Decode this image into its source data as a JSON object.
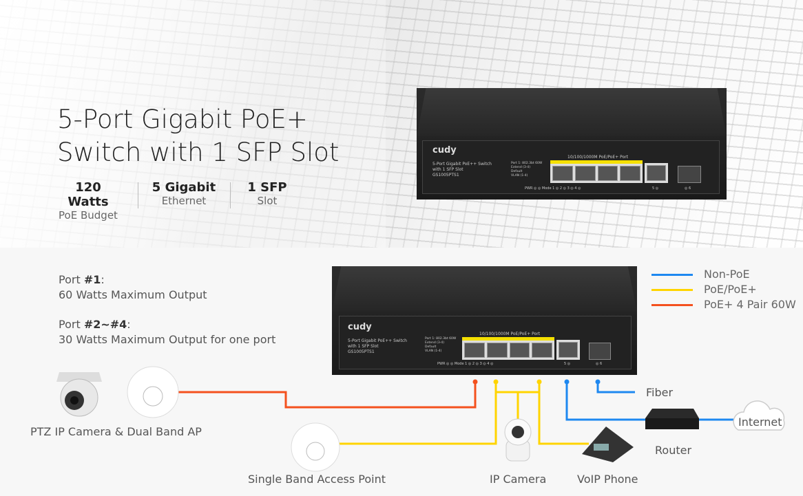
{
  "header": {
    "title_line1": "5-Port Gigabit PoE+",
    "title_line2": "Switch with 1 SFP Slot"
  },
  "specs": [
    {
      "value": "120 Watts",
      "label": "PoE Budget"
    },
    {
      "value": "5 Gigabit",
      "label": "Ethernet"
    },
    {
      "value": "1 SFP",
      "label": "Slot"
    }
  ],
  "switch": {
    "brand": "cudy",
    "model_line1": "5-Port Gigabit PoE++ Switch",
    "model_line2": "with 1 SFP Slot",
    "model_code": "GS1005PTS1",
    "port_header": "10/100/1000M PoE/PoE+ Port",
    "dip_1": "Port 1: 802.3bt 60W",
    "dip_2": "Extend (3-4)",
    "dip_3": "Default",
    "dip_4": "VLAN (1-4)",
    "led_row": "PWR ◎   ◎ Mode  1 ◎        2 ◎        3 ◎        4 ◎",
    "port5": "5 ◎",
    "port6": "◎ 6"
  },
  "notes": {
    "port1_label": "Port ",
    "port1_num": "#1",
    "port1_colon": ":",
    "port1_text": "60 Watts Maximum Output",
    "port24_label": "Port ",
    "port24_num": "#2~#4",
    "port24_colon": ":",
    "port24_text": "30 Watts Maximum Output for one port"
  },
  "legend": [
    {
      "label": "Non-PoE",
      "color": "#1e88f0"
    },
    {
      "label": "PoE/PoE+",
      "color": "#ffd400"
    },
    {
      "label": "PoE+ 4 Pair 60W",
      "color": "#f4511e"
    }
  ],
  "devices": {
    "ptz": "PTZ IP Camera & Dual Band AP",
    "single_ap": "Single Band Access Point",
    "ip_camera": "IP Camera",
    "voip": "VoIP Phone",
    "fiber": "Fiber",
    "router": "Router",
    "internet": "Internet"
  }
}
